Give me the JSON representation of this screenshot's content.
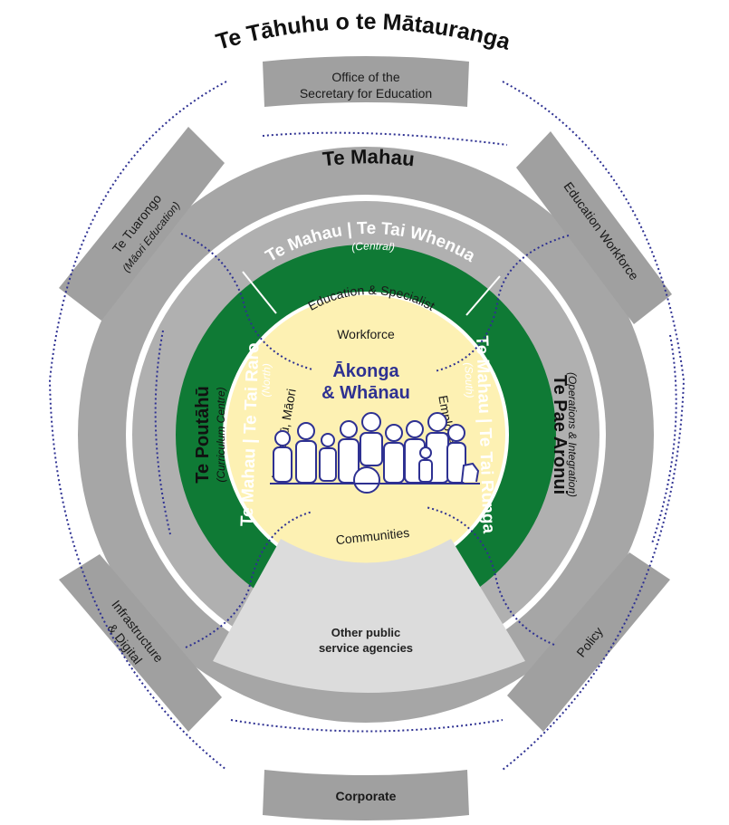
{
  "title": "Te Tāhuhu o te Mātauranga",
  "te_mahau_title": "Te Mahau",
  "outer_units": {
    "top": [
      "Office of the",
      "Secretary for Education"
    ],
    "left_top": [
      "Te Tuarongo",
      "(Māori Education)"
    ],
    "right_top": [
      "Education Workforce"
    ],
    "left_bottom": [
      "Infrastructure",
      "& Digital"
    ],
    "right_bottom": [
      "Policy"
    ],
    "bottom": [
      "Corporate"
    ]
  },
  "side_units": {
    "left": {
      "name": "Te Poutāhū",
      "sub": "(Curriculum Centre)"
    },
    "right": {
      "name": "Te Pae Aronui",
      "sub": "(Operations & Integration)"
    }
  },
  "regions": {
    "central": {
      "name": "Te Mahau | Te Tai Whenua",
      "sub": "(Central)"
    },
    "north": {
      "name": "Te Mahau | Te Tai Raro",
      "sub": "(North)"
    },
    "south": {
      "name": "Te Mahau | Te Tai Runga",
      "sub": "(South)"
    }
  },
  "inner": {
    "top": [
      "Education & Specialist",
      "Workforce"
    ],
    "left": "Iwi, Hapū, Māori",
    "right": "Employers",
    "bottom": "Communities",
    "center": [
      "Ākonga",
      "& Whānau"
    ]
  },
  "other_agencies": [
    "Other public",
    "service agencies"
  ],
  "colors": {
    "gray_dark": "#a0a0a0",
    "gray_mid": "#b3b3b3",
    "gray_light": "#dcdcdc",
    "green": "#0f7a35",
    "cream": "#fdf1b3",
    "navy": "#2e3192"
  },
  "icons": [
    "people-group-icon"
  ]
}
